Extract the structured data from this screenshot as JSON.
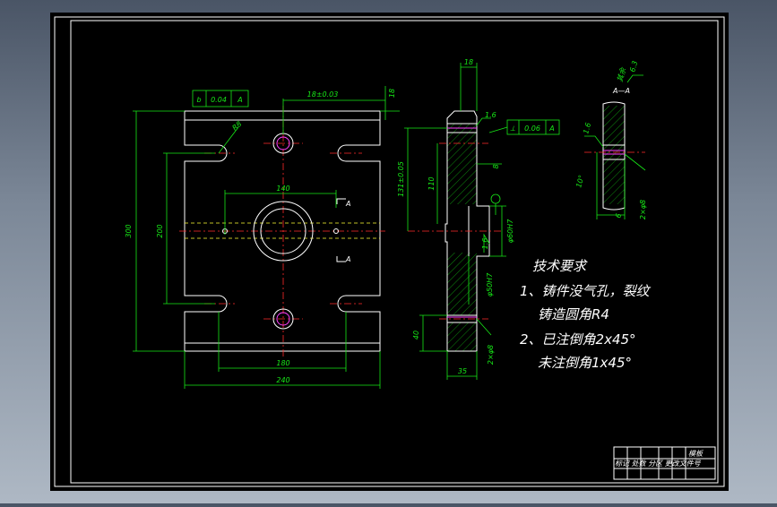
{
  "colors": {
    "background": "#000000",
    "outline": "#ffffff",
    "dimension": "#17e817",
    "centerline": "#ff2a2a",
    "hidden": "#ffff33",
    "hole": "#ff40ff"
  },
  "front_view": {
    "tolerance_frame": {
      "symbol": "b",
      "value": "0.04",
      "datum": "A"
    },
    "dim_top_offset": "18±0.03",
    "dim_top_right": "18",
    "dim_radius": "R8",
    "dim_inner_width": "140",
    "section_mark": "A",
    "section_mark_bottom": "A",
    "dim_height_outer": "300",
    "dim_height_inner": "200",
    "dim_bottom_inner": "180",
    "dim_bottom_outer": "240"
  },
  "side_view": {
    "dim_top_width": "18",
    "roughness_1": "1.6",
    "tolerance_frame": {
      "symbol": "⟂",
      "value": "0.06",
      "datum": "A"
    },
    "dim_step": "8",
    "dim_height_total": "131±0.05",
    "dim_height_part": "110",
    "roughness_2": "1.6",
    "dim_bore": "φ60H7",
    "dim_bore_2": "φ50H7",
    "dim_bottom_height": "40",
    "dim_bottom_width": "35",
    "dim_hole_spec": "2×φ8"
  },
  "detail_view": {
    "label": "A—A",
    "rotated_text": "其余",
    "roughness_main": "6.3",
    "roughness_small": "1.6",
    "dim_angle": "10°",
    "dim_small": "6",
    "dim_hole": "2×φ8"
  },
  "notes": {
    "title": "技术要求",
    "line1": "1、铸件没气孔，裂纹",
    "line2": "铸造圆角R4",
    "line3": "2、已注倒角2x45°",
    "line4": "未注倒角1x45°"
  },
  "title_block": {
    "drawing_name": "模板",
    "row_text": "标记 处数 分区 更改文件号"
  }
}
